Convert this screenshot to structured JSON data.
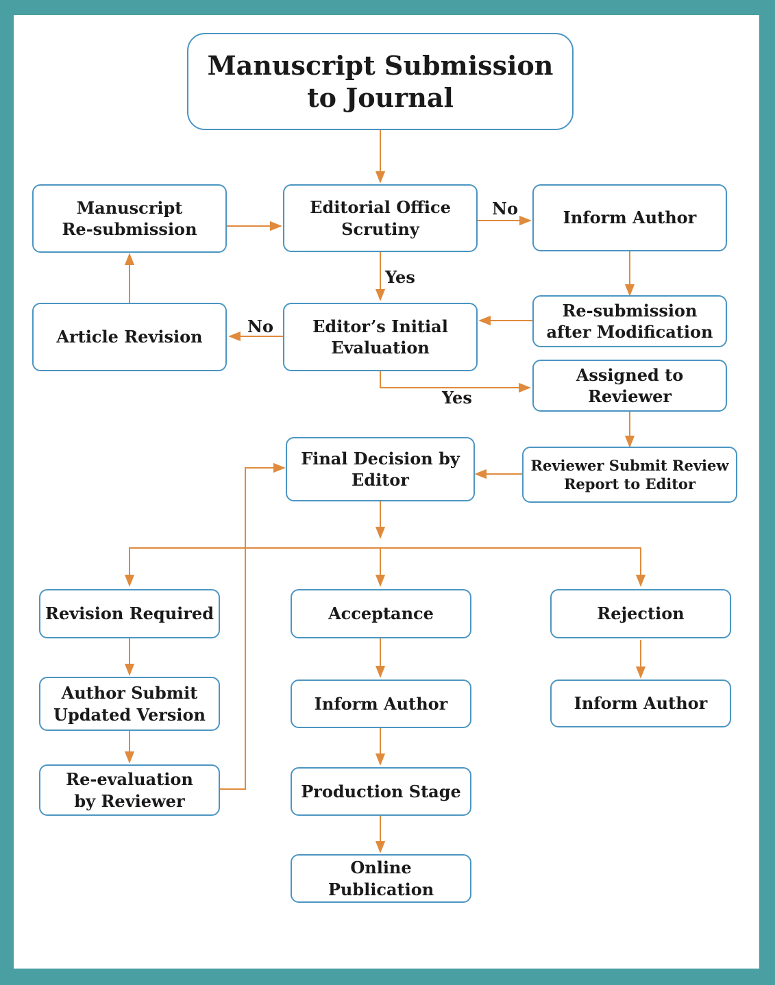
{
  "diagram": {
    "title": "Manuscript Submission\nto Journal",
    "nodes": {
      "resubmission": "Manuscript\nRe-submission",
      "scrutiny": "Editorial Office\nScrutiny",
      "inform_author_top": "Inform Author",
      "article_revision": "Article Revision",
      "initial_evaluation": "Editor’s Initial\nEvaluation",
      "resubmission_mod": "Re-submission\nafter Modification",
      "assigned_reviewer": "Assigned to\nReviewer",
      "final_decision": "Final Decision by\nEditor",
      "reviewer_report": "Reviewer Submit Review\nReport to Editor",
      "revision_required": "Revision Required",
      "acceptance": "Acceptance",
      "rejection": "Rejection",
      "author_submit": "Author Submit\nUpdated Version",
      "inform_author_accept": "Inform Author",
      "inform_author_reject": "Inform Author",
      "reevaluation": "Re-evaluation\n   by Reviewer",
      "production": "Production Stage",
      "online_publication": "Online Publication"
    },
    "labels": {
      "no_scrutiny": "No",
      "yes_scrutiny": "Yes",
      "no_evaluation": "No",
      "yes_evaluation": "Yes"
    },
    "colors": {
      "frame": "#4a9fa3",
      "box_border": "#4b95c2",
      "arrow": "#e08a3c"
    }
  }
}
